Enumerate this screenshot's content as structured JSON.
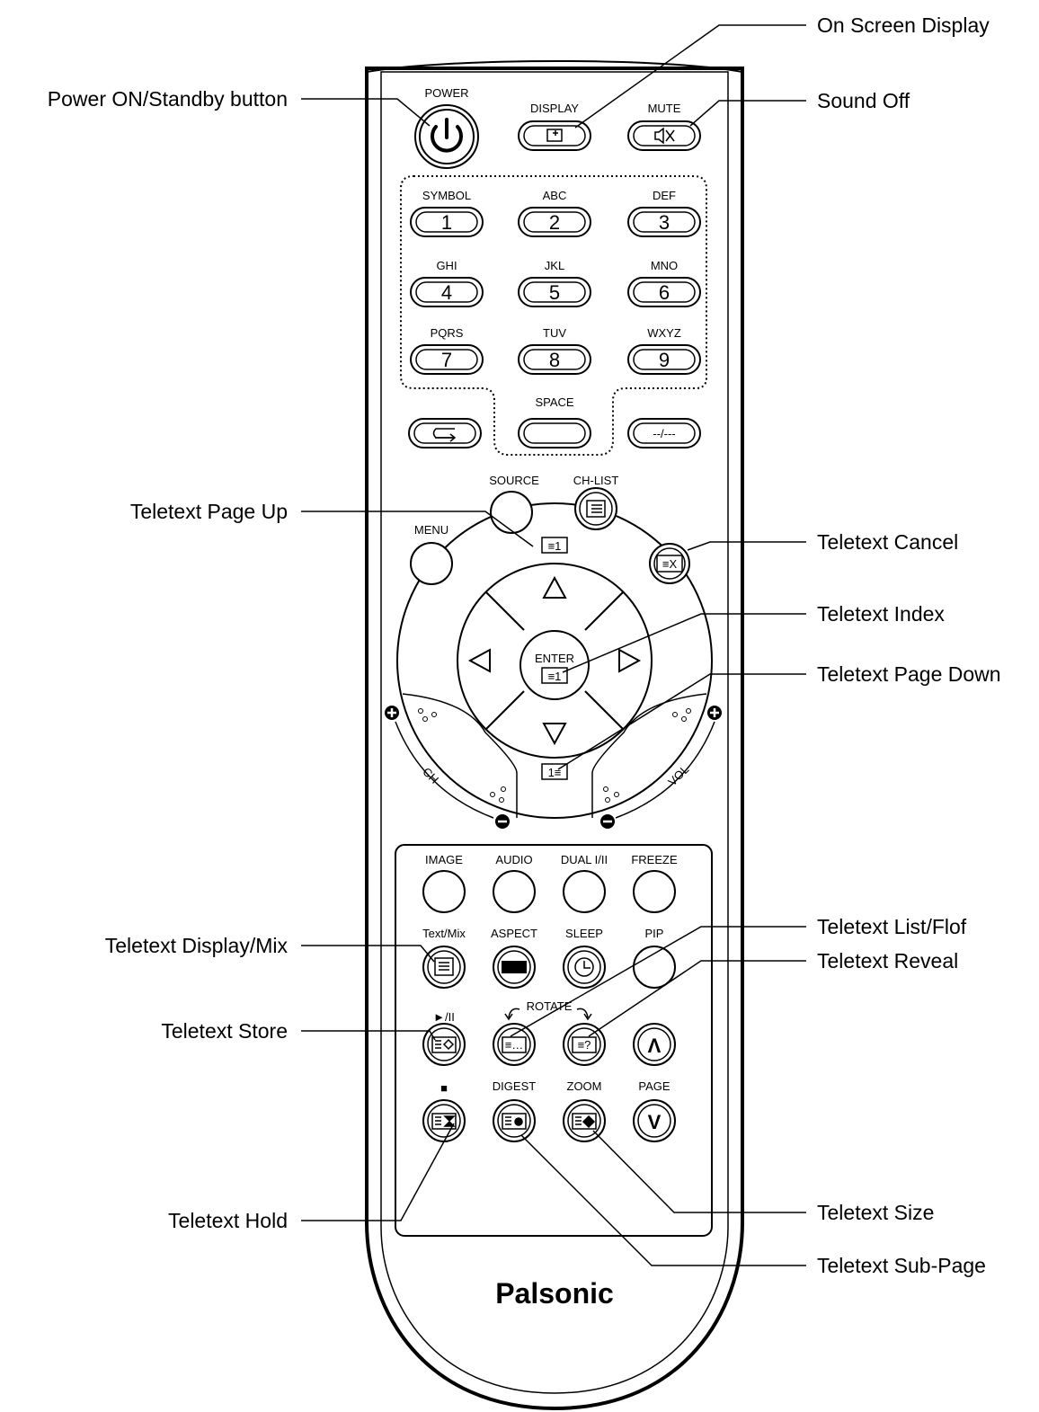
{
  "callouts": {
    "power": "Power ON/Standby button",
    "osd": "On Screen Display",
    "sound_off": "Sound Off",
    "page_up": "Teletext Page Up",
    "cancel": "Teletext Cancel",
    "index": "Teletext Index",
    "page_down": "Teletext Page Down",
    "display_mix": "Teletext Display/Mix",
    "list_flof": "Teletext List/Flof",
    "reveal": "Teletext Reveal",
    "store": "Teletext Store",
    "hold": "Teletext Hold",
    "size": "Teletext Size",
    "sub_page": "Teletext Sub-Page"
  },
  "remote": {
    "brand": "Palsonic",
    "top": {
      "power_label": "POWER",
      "display_label": "DISPLAY",
      "mute_label": "MUTE"
    },
    "keypad": [
      {
        "letters": "SYMBOL",
        "digit": "1"
      },
      {
        "letters": "ABC",
        "digit": "2"
      },
      {
        "letters": "DEF",
        "digit": "3"
      },
      {
        "letters": "GHI",
        "digit": "4"
      },
      {
        "letters": "JKL",
        "digit": "5"
      },
      {
        "letters": "MNO",
        "digit": "6"
      },
      {
        "letters": "PQRS",
        "digit": "7"
      },
      {
        "letters": "TUV",
        "digit": "8"
      },
      {
        "letters": "WXYZ",
        "digit": "9"
      }
    ],
    "space_label": "SPACE",
    "dash_label": "--/---",
    "nav": {
      "source_label": "SOURCE",
      "chlist_label": "CH-LIST",
      "menu_label": "MENU",
      "enter_label": "ENTER",
      "ch_label": "CH",
      "vol_label": "VOL",
      "page_up_glyph": "≡1",
      "page_down_glyph": "1≡",
      "enter_glyph": "≡1",
      "cancel_glyph": "≡X"
    },
    "lower": {
      "row1": [
        "IMAGE",
        "AUDIO",
        "DUAL I/II",
        "FREEZE"
      ],
      "row2": [
        "Text/Mix",
        "ASPECT",
        "SLEEP",
        "PIP"
      ],
      "play_pause": "►/II",
      "rotate": "ROTATE",
      "stop_glyph": "■",
      "row4": [
        "DIGEST",
        "ZOOM",
        "PAGE"
      ],
      "list_glyph": "≡…",
      "reveal_glyph": "≡?",
      "up_glyph": "Λ",
      "down_glyph": "V"
    }
  }
}
